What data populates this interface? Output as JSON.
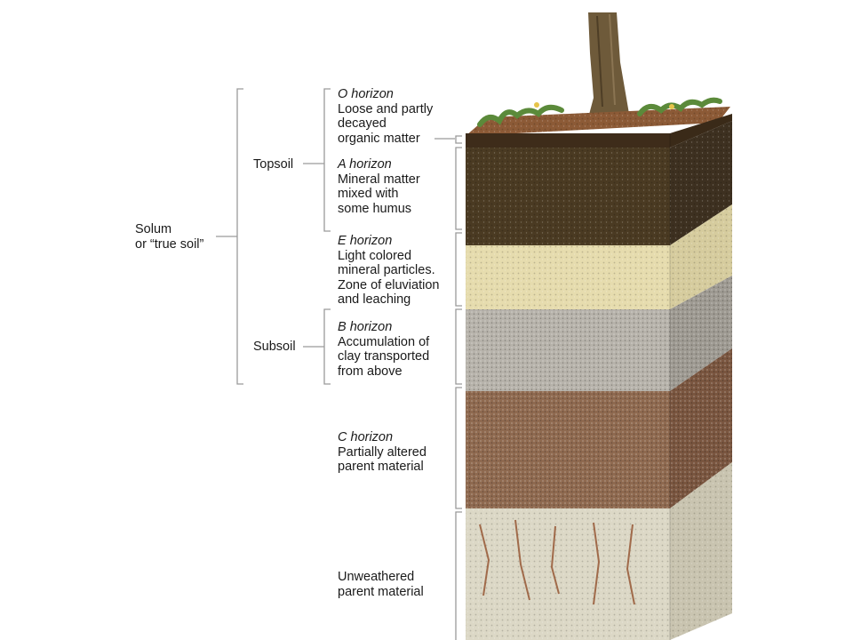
{
  "solum": {
    "line1": "Solum",
    "line2": "or “true soil”"
  },
  "groups": {
    "topsoil": "Topsoil",
    "subsoil": "Subsoil"
  },
  "horizons": [
    {
      "title": "O horizon",
      "desc": [
        "Loose and partly",
        "decayed",
        "organic matter"
      ]
    },
    {
      "title": "A horizon",
      "desc": [
        "Mineral matter",
        "mixed with",
        "some humus"
      ]
    },
    {
      "title": "E horizon",
      "desc": [
        "Light colored",
        "mineral particles.",
        "Zone of eluviation",
        "and leaching"
      ]
    },
    {
      "title": "B horizon",
      "desc": [
        "Accumulation of",
        "clay transported",
        "from above"
      ]
    },
    {
      "title": "C horizon",
      "desc": [
        "Partially altered",
        "parent material"
      ]
    },
    {
      "title": "",
      "desc": [
        "Unweathered",
        "parent material"
      ]
    }
  ],
  "colors": {
    "bracket": "#9a9a9a",
    "o_layer": "#6b4a2e",
    "a_layer": "#4a3a22",
    "e_layer": "#e6dcae",
    "b_layer": "#b7b3ab",
    "c_layer": "#8f6a50",
    "bedrock": "#dcd8c6",
    "grass": "#5b8a3a",
    "trunk": "#6e5a3a"
  }
}
